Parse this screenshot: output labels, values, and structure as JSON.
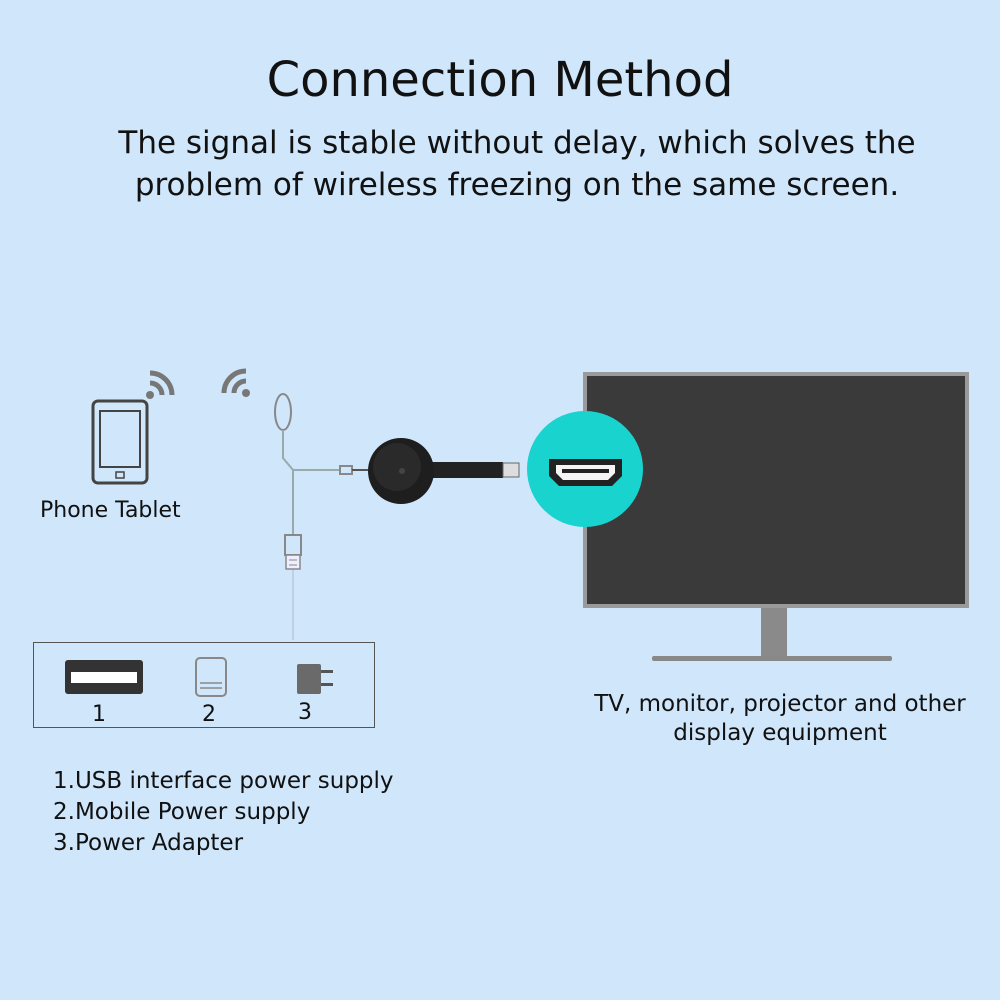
{
  "header": {
    "title": "Connection Method",
    "subtitle": "The signal is stable without delay, which solves the problem of wireless freezing on the same screen."
  },
  "source": {
    "label": "Phone Tablet",
    "icons": [
      "tablet-icon",
      "wifi-signal-icon"
    ]
  },
  "power": {
    "options": [
      {
        "number": "1",
        "icon": "usb-port-icon"
      },
      {
        "number": "2",
        "icon": "power-bank-icon"
      },
      {
        "number": "3",
        "icon": "power-adapter-icon"
      }
    ],
    "legend": [
      "1.USB interface power supply",
      "2.Mobile Power supply",
      "3.Power Adapter"
    ]
  },
  "display": {
    "caption": "TV, monitor, projector and other display equipment",
    "icons": [
      "tv-icon",
      "hdmi-port-icon",
      "dongle-icon"
    ]
  },
  "colors": {
    "background": "#cfe6fb",
    "hdmi_circle": "#19d3cf",
    "screen": "#3a3a3a"
  }
}
